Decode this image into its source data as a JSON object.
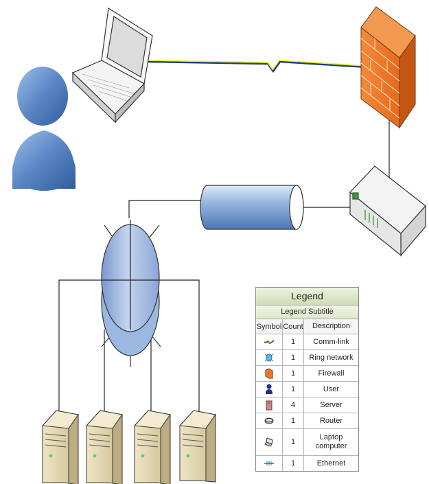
{
  "legend": {
    "title": "Legend",
    "subtitle": "Legend Subtitle",
    "headers": {
      "symbol": "Symbol",
      "count": "Count",
      "description": "Description"
    },
    "rows": [
      {
        "icon": "comm-link-icon",
        "count": "1",
        "description": "Comm-link"
      },
      {
        "icon": "ring-network-icon",
        "count": "1",
        "description": "Ring network"
      },
      {
        "icon": "firewall-icon",
        "count": "1",
        "description": "Firewall"
      },
      {
        "icon": "user-icon",
        "count": "1",
        "description": "User"
      },
      {
        "icon": "server-icon",
        "count": "4",
        "description": "Server"
      },
      {
        "icon": "router-icon",
        "count": "1",
        "description": "Router"
      },
      {
        "icon": "laptop-icon",
        "count": "1",
        "description": "Laptop computer"
      },
      {
        "icon": "ethernet-icon",
        "count": "1",
        "description": "Ethernet"
      }
    ]
  },
  "colors": {
    "link_line": "#1f3e74",
    "lightning": "#f2ee22",
    "firewall": "#f07a2c",
    "user": "#5b86c4",
    "ring": "#9bb4dd",
    "legend_header": "#d8e4c2"
  }
}
